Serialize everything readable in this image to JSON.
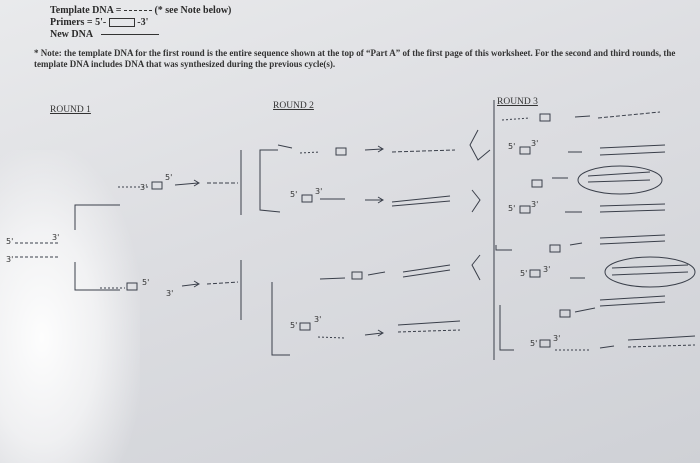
{
  "header": {
    "template_label": "Template DNA = ",
    "template_note": "(* see Note below)",
    "primers_label": "Primers = 5'-",
    "primers_end": "-3'",
    "new_dna_label": "New DNA"
  },
  "note_text": "* Note: the template DNA for the first round is the entire sequence shown at the top of “Part A” of the first page of this worksheet. For the second and third rounds, the template DNA includes DNA that was synthesized during the previous cycle(s).",
  "rounds": [
    "ROUND 1",
    "ROUND 2",
    "ROUND 3"
  ],
  "handwriting": {
    "five_prime": "5'",
    "three_prime": "3'"
  }
}
